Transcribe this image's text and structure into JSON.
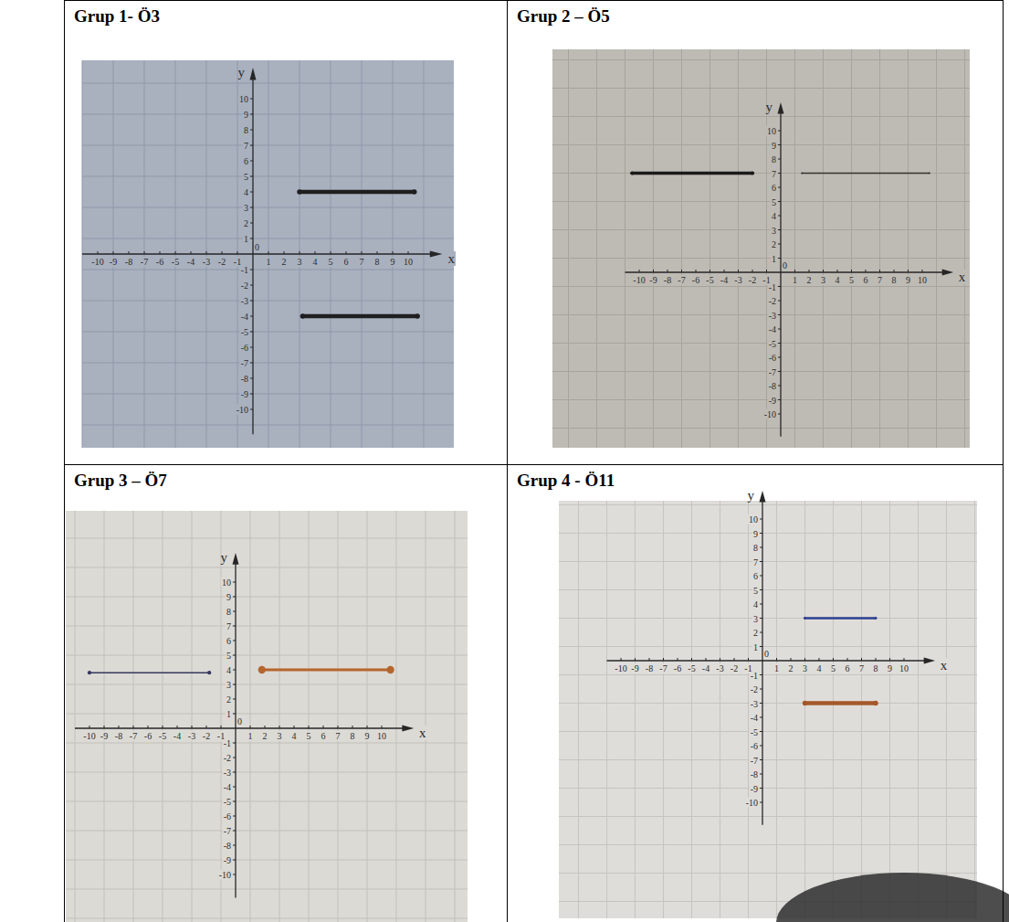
{
  "diagram": {
    "nodes": [
      {
        "text": [
          "Grup 1- Ö3"
        ]
      },
      {
        "text": [
          "Grup 2 – Ö5"
        ]
      },
      {
        "text": [
          "Grup 3 – Ö7"
        ]
      },
      {
        "text": [
          "Grup 4 - Ö11"
        ]
      }
    ],
    "labels": [
      "y",
      "10",
      "9",
      "8",
      "7",
      "6",
      "5",
      "4",
      "3",
      "2",
      "1",
      "0",
      "-1",
      "-2",
      "-3",
      "-4",
      "-5",
      "-6",
      "-7",
      "-8",
      "-9",
      "-10",
      "-10",
      "-9",
      "-8",
      "-7",
      "-6",
      "-5",
      "-4",
      "-3",
      "-2",
      "-1",
      "1",
      "2",
      "3",
      "4",
      "5",
      "6",
      "7",
      "8",
      "9",
      "10",
      "x",
      "y",
      "10",
      "9",
      "8",
      "7",
      "6",
      "5",
      "4",
      "3",
      "2",
      "1",
      "0",
      "-1",
      "-2",
      "-3",
      "-4",
      "-5",
      "-6",
      "-7",
      "-8",
      "-9",
      "-10",
      "-10",
      "-9",
      "-8",
      "-7",
      "-6",
      "-5",
      "-4",
      "-3",
      "-2",
      "-1",
      "1",
      "2",
      "3",
      "4",
      "5",
      "6",
      "7",
      "8",
      "9",
      "10",
      "x",
      "y",
      "10",
      "9",
      "8",
      "7",
      "6",
      "5",
      "4",
      "3",
      "2",
      "1",
      "0",
      "-1",
      "-2",
      "-3",
      "-4",
      "-5",
      "-6",
      "-7",
      "-8",
      "-9",
      "-10",
      "-10",
      "-9",
      "-8",
      "-7",
      "-6",
      "-5",
      "-4",
      "-3",
      "-2",
      "-1",
      "1",
      "2",
      "3",
      "4",
      "5",
      "6",
      "7",
      "8",
      "9",
      "10",
      "x",
      "y",
      "10",
      "9",
      "8",
      "7",
      "6",
      "5",
      "4",
      "3",
      "2",
      "1",
      "0",
      "-1",
      "-2",
      "-3",
      "-4",
      "-5",
      "-6",
      "-7",
      "-8",
      "-9",
      "-10",
      "-10",
      "-9",
      "-8",
      "-7",
      "-6",
      "-5",
      "-4",
      "-3",
      "-2",
      "-1",
      "1",
      "2",
      "3",
      "4",
      "5",
      "6",
      "7",
      "8",
      "9",
      "10",
      "x"
    ]
  }
}
